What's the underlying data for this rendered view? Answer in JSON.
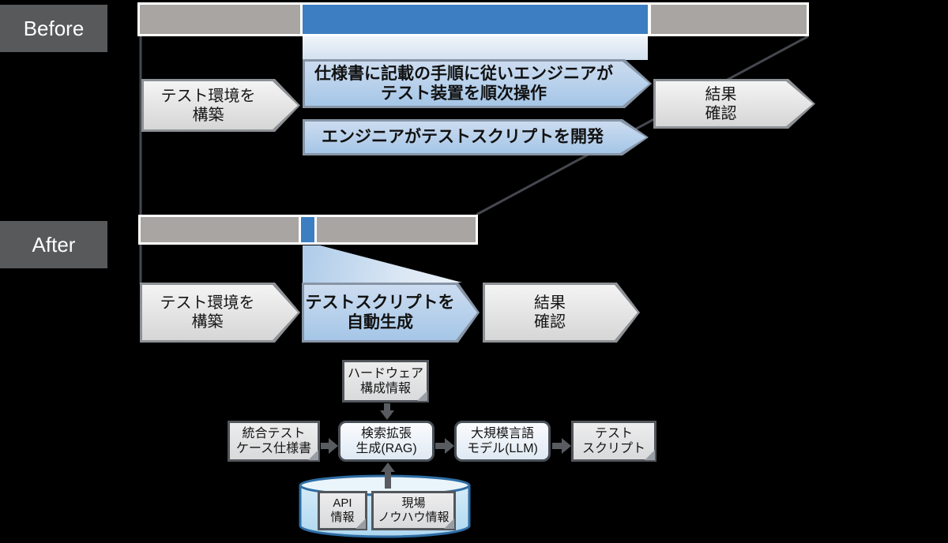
{
  "colors": {
    "label_bg": "#58595b",
    "bar_gray": "#a8a5a3",
    "bar_blue": "#3c7ec1",
    "arrow_blue": "#a5c6e7",
    "arrow_blue_light": "#ccdcf0",
    "cylinder_border": "#2e6da4"
  },
  "before": {
    "label": "Before",
    "setup_arrow": {
      "line1": "テスト環境を",
      "line2": "構築"
    },
    "manual_arrow": {
      "line1": "仕様書に記載の手順に従いエンジニアが",
      "line2": "テスト装置を順次操作"
    },
    "dev_arrow": {
      "label": "エンジニアがテストスクリプトを開発"
    },
    "result_arrow": {
      "line1": "結果",
      "line2": "確認"
    }
  },
  "after": {
    "label": "After",
    "setup_arrow": {
      "line1": "テスト環境を",
      "line2": "構築"
    },
    "auto_arrow": {
      "line1": "テストスクリプトを",
      "line2": "自動生成"
    },
    "result_arrow": {
      "line1": "結果",
      "line2": "確認"
    }
  },
  "flow": {
    "hardware_doc": {
      "line1": "ハードウェア",
      "line2": "構成情報"
    },
    "testcase_doc": {
      "line1": "統合テスト",
      "line2": "ケース仕様書"
    },
    "rag_box": {
      "line1": "検索拡張",
      "line2": "生成(RAG)"
    },
    "llm_box": {
      "line1": "大規模言語",
      "line2": "モデル(LLM)"
    },
    "script_doc": {
      "line1": "テスト",
      "line2": "スクリプト"
    },
    "api_doc": {
      "line1": "API",
      "line2": "情報"
    },
    "knowhow_doc": {
      "line1": "現場",
      "line2": "ノウハウ情報"
    }
  }
}
